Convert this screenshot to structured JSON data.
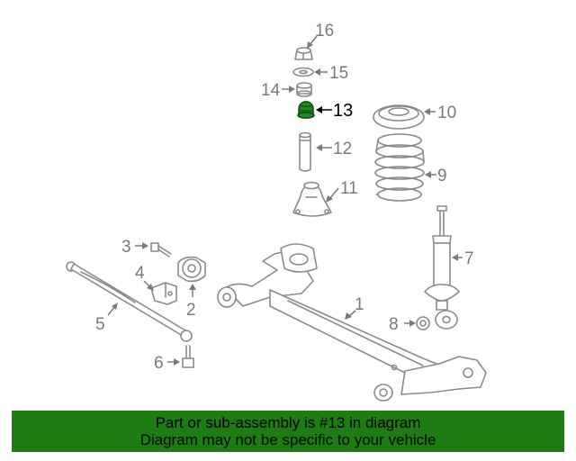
{
  "diagram": {
    "callouts": [
      "1",
      "2",
      "3",
      "4",
      "5",
      "6",
      "7",
      "8",
      "9",
      "10",
      "11",
      "12",
      "13",
      "14",
      "15",
      "16"
    ],
    "highlighted_part": "13",
    "colors": {
      "line": "#8a8a8a",
      "callout": "#7a7a7a",
      "highlight_fill": "#1e8a1e",
      "highlight_text": "#000000"
    }
  },
  "banner": {
    "line1": "Part or sub-assembly is #13 in diagram",
    "line2": "Diagram may not be specific to your vehicle",
    "background": "#1e7d12"
  }
}
